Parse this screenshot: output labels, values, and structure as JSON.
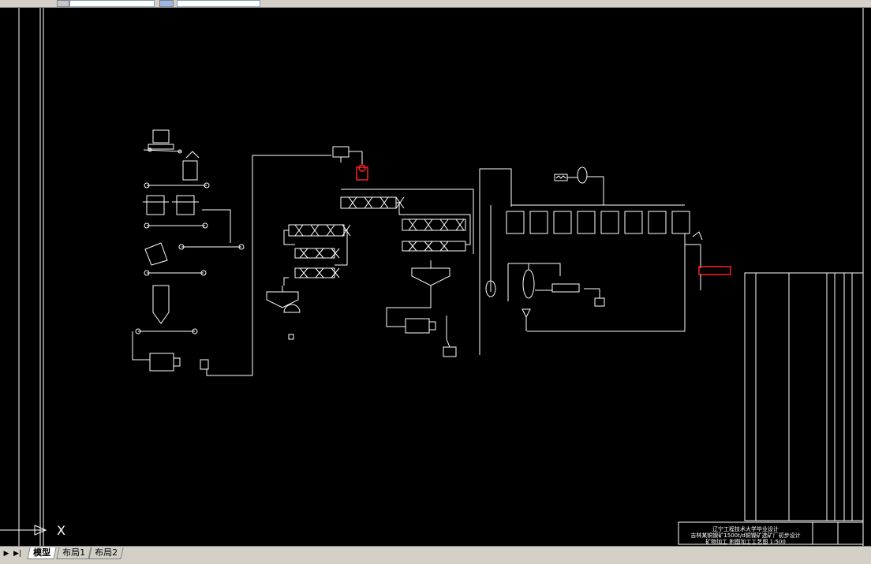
{
  "tabs": [
    {
      "label": "模型",
      "active": true
    },
    {
      "label": "布局1",
      "active": false
    },
    {
      "label": "布局2",
      "active": false
    }
  ],
  "nav": {
    "first": "▶",
    "last": "▶|"
  },
  "ucs": {
    "x_label": "X"
  },
  "title_block": {
    "line1": "辽宁工程技术大学毕业设计",
    "line2": "吉林某铜镍矿1500t/d铜镍矿选矿厂初步设计",
    "line3": "矿物加工  附图加工工艺图  1:500"
  },
  "colors": {
    "background": "#000000",
    "lines": "#ffffff",
    "highlight": "#ff2020"
  }
}
